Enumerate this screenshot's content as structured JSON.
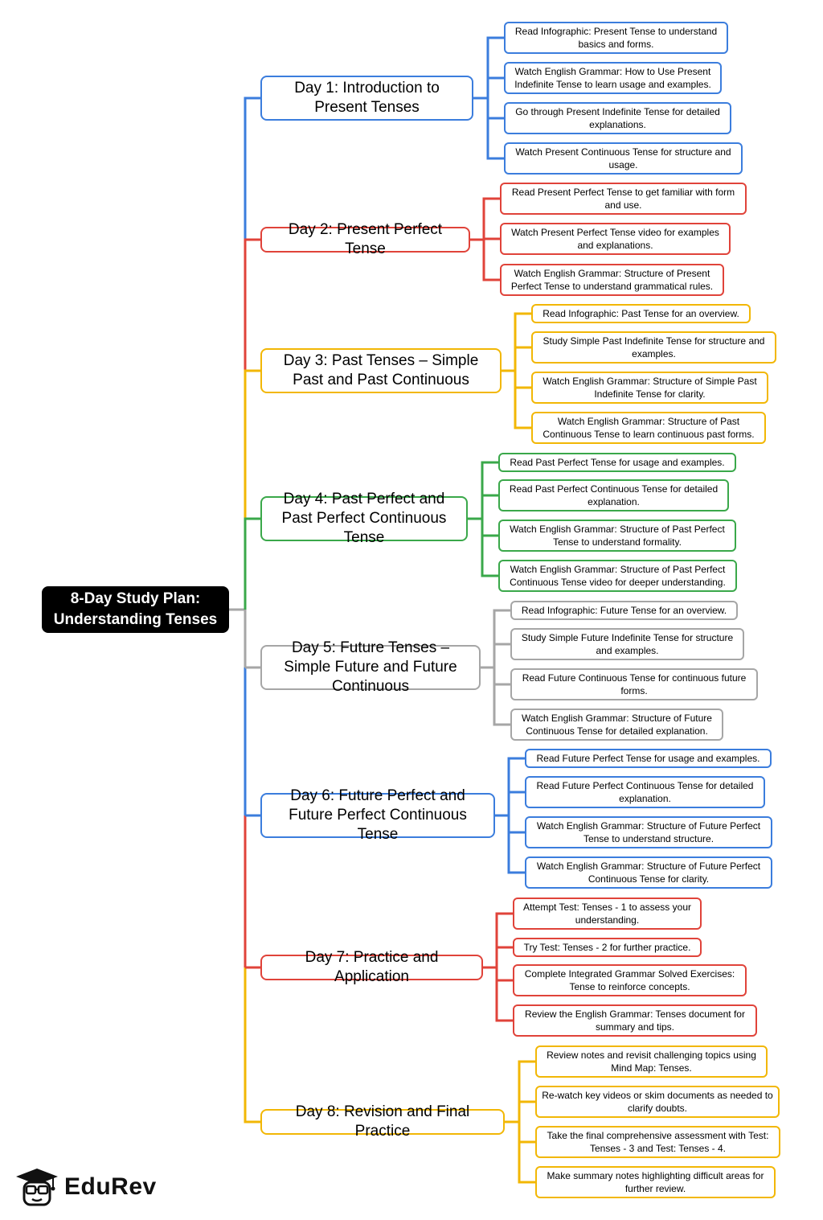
{
  "title": "8-Day Study Plan: Understanding Tenses",
  "colors": {
    "blue": "#3b7ddd",
    "red": "#e0433a",
    "yellow": "#f2b705",
    "green": "#3aa84a",
    "gray": "#a6a6a6"
  },
  "days": [
    {
      "label": "Day 1: Introduction to Present Tenses",
      "color": "blue",
      "tasks": [
        "Read Infographic: Present Tense to understand basics and forms.",
        "Watch English Grammar: How to Use Present Indefinite Tense to learn usage and examples.",
        "Go through Present Indefinite Tense for detailed explanations.",
        "Watch Present Continuous Tense for structure and usage."
      ]
    },
    {
      "label": "Day 2: Present Perfect Tense",
      "color": "red",
      "tasks": [
        "Read Present Perfect Tense to get familiar with form and use.",
        "Watch Present Perfect Tense video for examples and explanations.",
        "Watch English Grammar: Structure of Present Perfect Tense to understand grammatical rules."
      ]
    },
    {
      "label": "Day 3: Past Tenses – Simple Past and Past Continuous",
      "color": "yellow",
      "tasks": [
        "Read Infographic: Past Tense for an overview.",
        "Study Simple Past Indefinite Tense for structure and examples.",
        "Watch English Grammar: Structure of Simple Past Indefinite Tense for clarity.",
        "Watch English Grammar: Structure of Past Continuous Tense to learn continuous past forms."
      ]
    },
    {
      "label": "Day 4: Past Perfect and Past Perfect Continuous Tense",
      "color": "green",
      "tasks": [
        "Read Past Perfect Tense for usage and examples.",
        "Read Past Perfect Continuous Tense for detailed explanation.",
        "Watch English Grammar: Structure of Past Perfect Tense to understand formality.",
        "Watch English Grammar: Structure of Past Perfect Continuous Tense video for deeper understanding."
      ]
    },
    {
      "label": "Day 5: Future Tenses – Simple Future and Future Continuous",
      "color": "gray",
      "tasks": [
        "Read Infographic: Future Tense for an overview.",
        "Study Simple Future Indefinite Tense for structure and examples.",
        "Read Future Continuous Tense for continuous future forms.",
        "Watch English Grammar: Structure of Future Continuous Tense for detailed explanation."
      ]
    },
    {
      "label": "Day 6: Future Perfect and Future Perfect Continuous Tense",
      "color": "blue",
      "tasks": [
        "Read Future Perfect Tense for usage and examples.",
        "Read Future Perfect Continuous Tense for detailed explanation.",
        "Watch English Grammar: Structure of Future Perfect Tense to understand structure.",
        "Watch English Grammar: Structure of Future Perfect Continuous Tense for clarity."
      ]
    },
    {
      "label": "Day 7: Practice and Application",
      "color": "red",
      "tasks": [
        "Attempt Test: Tenses - 1 to assess your understanding.",
        "Try Test: Tenses - 2 for further practice.",
        "Complete Integrated Grammar Solved Exercises: Tense to reinforce concepts.",
        "Review the English Grammar: Tenses document for summary and tips."
      ]
    },
    {
      "label": "Day 8: Revision and Final Practice",
      "color": "yellow",
      "tasks": [
        "Review notes and revisit challenging topics using Mind Map: Tenses.",
        "Re-watch key videos or skim documents as needed to clarify doubts.",
        "Take the final comprehensive assessment with Test: Tenses - 3 and Test: Tenses - 4.",
        "Make summary notes highlighting difficult areas for further review."
      ]
    }
  ],
  "logo": {
    "text": "EduRev",
    "icon": "graduate-mascot-icon"
  }
}
